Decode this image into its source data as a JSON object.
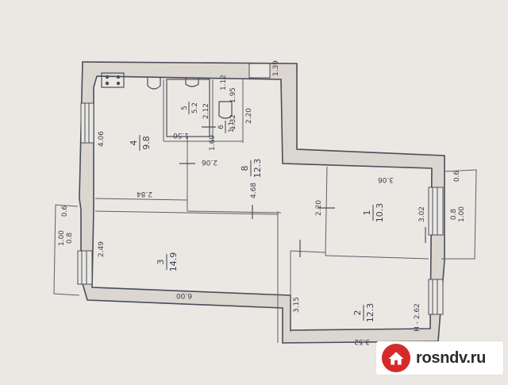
{
  "rooms": [
    {
      "number": "1",
      "area": "10.3"
    },
    {
      "number": "2",
      "area": "12.3"
    },
    {
      "number": "3",
      "area": "14.9"
    },
    {
      "number": "4",
      "area": "9.8"
    },
    {
      "number": "5",
      "area": "5.2"
    },
    {
      "number": "6",
      "area": "1.1"
    },
    {
      "number": "8",
      "area": "12.3"
    }
  ],
  "dimensions": {
    "d_600": "6.00",
    "d_306": "3.06",
    "d_206": "2.06",
    "d_284": "2.84",
    "d_406": "4.06",
    "d_249": "2.49",
    "d_220a": "2.20",
    "d_220b": "2.20",
    "d_212": "2.12",
    "d_195": "1.95",
    "d_169": "1.69",
    "d_468": "4.68",
    "d_302": "3.02",
    "d_315": "3.15",
    "d_352": "3.52",
    "d_150": "1.50",
    "d_139": "1.39",
    "d_112": "1.12",
    "d_132": "1.32",
    "d_08a": "0.8",
    "d_08b": "0.8",
    "d_100a": "1.00",
    "d_100b": "1.00",
    "d_06a": "0.6",
    "d_06b": "0.6",
    "height": "H - 2.62"
  },
  "watermark": {
    "brand": "rosndv.ru"
  },
  "colors": {
    "paper": "#ebe8e4",
    "ink": "#4a4e58",
    "badge_red": "#d62a2a"
  }
}
